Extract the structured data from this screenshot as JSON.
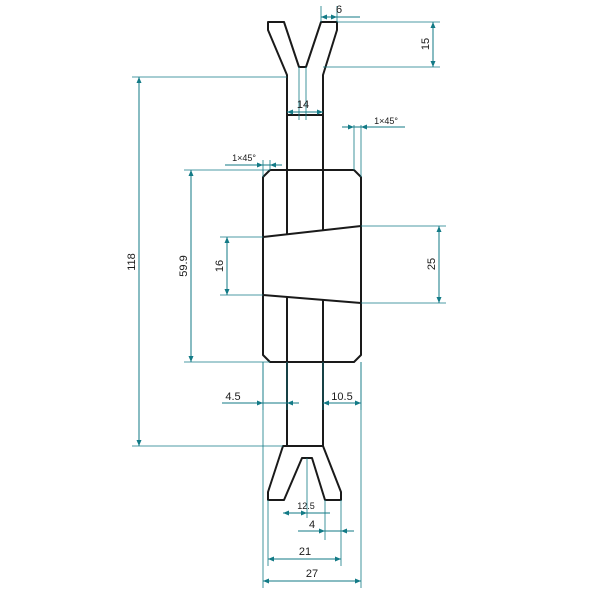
{
  "colors": {
    "outline": "#1a1a1a",
    "dimension": "#127a86",
    "text": "#1b1b1b",
    "background": "#ffffff"
  },
  "dimensions": {
    "groove_top_width": "6",
    "groove_depth": "15",
    "groove_bottom_width": "14",
    "chamfer_right": "1×45°",
    "chamfer_left": "1×45°",
    "overall_diameter": "118",
    "hub_diameter": "59.9",
    "bore_small": "16",
    "bore_large": "25",
    "offset_left": "4.5",
    "offset_right": "10.5",
    "groove_pitch": "12.5",
    "groove_edge": "4",
    "rim_width": "21",
    "hub_width": "27"
  }
}
